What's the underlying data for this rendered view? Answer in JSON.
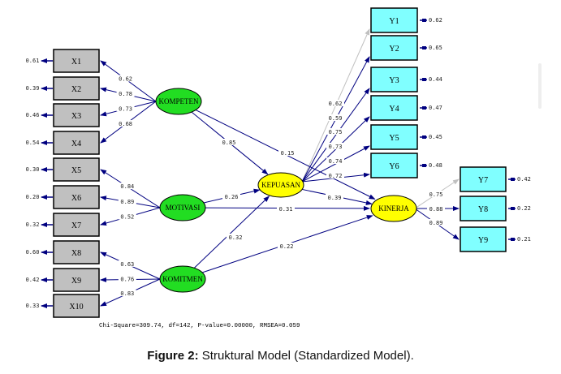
{
  "diagram": {
    "colors": {
      "observed_x": "#c0c0c0",
      "observed_y": "#80ffff",
      "exogenous_latent": "#22dd22",
      "endogenous_latent": "#ffff00",
      "path": "#000080",
      "highlight_path": "#c0c0c0"
    },
    "observed_x": [
      {
        "id": "X1",
        "error": "0.61",
        "loading": "0.62",
        "factor": "KOMPETEN"
      },
      {
        "id": "X2",
        "error": "0.39",
        "loading": "0.78",
        "factor": "KOMPETEN"
      },
      {
        "id": "X3",
        "error": "0.46",
        "loading": "0.73",
        "factor": "KOMPETEN"
      },
      {
        "id": "X4",
        "error": "0.54",
        "loading": "0.68",
        "factor": "KOMPETEN"
      },
      {
        "id": "X5",
        "error": "0.30",
        "loading": "0.84",
        "factor": "MOTIVASI"
      },
      {
        "id": "X6",
        "error": "0.20",
        "loading": "0.89",
        "factor": "MOTIVASI"
      },
      {
        "id": "X7",
        "error": "0.32",
        "loading": "0.52",
        "factor": "MOTIVASI"
      },
      {
        "id": "X8",
        "error": "0.60",
        "loading": "0.63",
        "factor": "KOMITMEN"
      },
      {
        "id": "X9",
        "error": "0.42",
        "loading": "0.76",
        "factor": "KOMITMEN"
      },
      {
        "id": "X10",
        "error": "0.33",
        "loading": "0.83",
        "factor": "KOMITMEN"
      }
    ],
    "observed_y": [
      {
        "id": "Y1",
        "error": "0.62",
        "loading": "0.62",
        "factor": "KEPUASAN"
      },
      {
        "id": "Y2",
        "error": "0.65",
        "loading": "0.59",
        "factor": "KEPUASAN"
      },
      {
        "id": "Y3",
        "error": "0.44",
        "loading": "0.75",
        "factor": "KEPUASAN"
      },
      {
        "id": "Y4",
        "error": "0.47",
        "loading": "0.73",
        "factor": "KEPUASAN"
      },
      {
        "id": "Y5",
        "error": "0.45",
        "loading": "0.74",
        "factor": "KEPUASAN"
      },
      {
        "id": "Y6",
        "error": "0.48",
        "loading": "0.72",
        "factor": "KEPUASAN"
      },
      {
        "id": "Y7",
        "error": "0.42",
        "loading": "0.75",
        "factor": "KINERJA"
      },
      {
        "id": "Y8",
        "error": "0.22",
        "loading": "0.88",
        "factor": "KINERJA"
      },
      {
        "id": "Y9",
        "error": "0.21",
        "loading": "0.89",
        "factor": "KINERJA"
      }
    ],
    "latents": [
      {
        "id": "KOMPETEN",
        "type": "exogenous"
      },
      {
        "id": "MOTIVASI",
        "type": "exogenous"
      },
      {
        "id": "KOMITMEN",
        "type": "exogenous"
      },
      {
        "id": "KEPUASAN",
        "type": "endogenous"
      },
      {
        "id": "KINERJA",
        "type": "endogenous"
      }
    ],
    "structural_paths": [
      {
        "from": "KOMPETEN",
        "to": "KEPUASAN",
        "value": "0.85"
      },
      {
        "from": "KOMPETEN",
        "to": "KINERJA",
        "value": "0.15"
      },
      {
        "from": "MOTIVASI",
        "to": "KEPUASAN",
        "value": "0.26"
      },
      {
        "from": "MOTIVASI",
        "to": "KINERJA",
        "value": "0.31"
      },
      {
        "from": "KOMITMEN",
        "to": "KEPUASAN",
        "value": "0.32"
      },
      {
        "from": "KOMITMEN",
        "to": "KINERJA",
        "value": "0.22"
      },
      {
        "from": "KEPUASAN",
        "to": "KINERJA",
        "value": "0.39"
      }
    ]
  },
  "fit_statistics": "Chi-Square=309.74, df=142, P-value=0.00000, RMSEA=0.059",
  "caption": {
    "label": "Figure 2:",
    "text": " Struktural Model (Standardized Model)."
  }
}
